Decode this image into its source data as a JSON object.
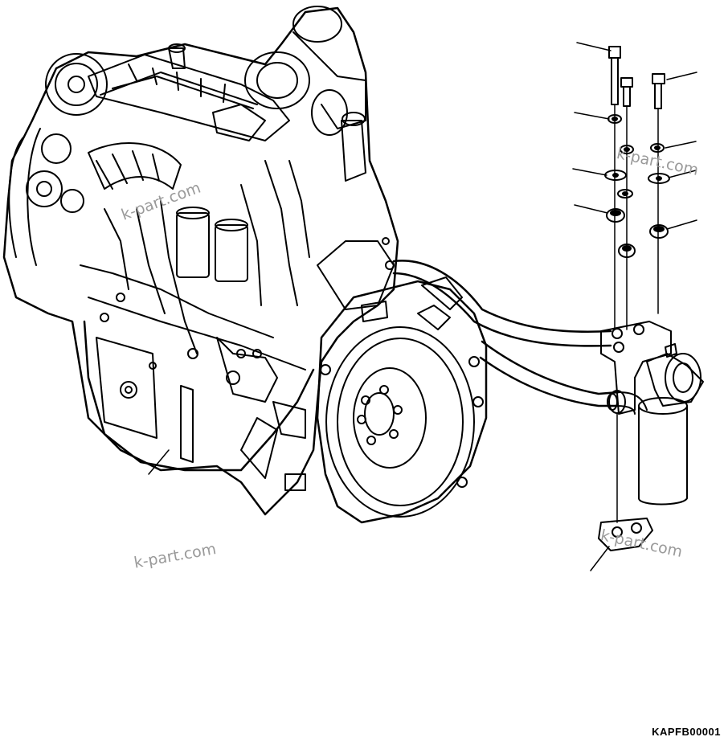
{
  "diagram": {
    "drawing_code": "KAPFB00001",
    "watermarks": [
      "k-part.com",
      "k-part.com",
      "k-part.com",
      "k-part.com"
    ],
    "parts": [
      "engine-assembly",
      "flywheel",
      "oil-filter",
      "filter-bracket",
      "hose",
      "bolt",
      "washer",
      "grommet",
      "gasket"
    ]
  }
}
